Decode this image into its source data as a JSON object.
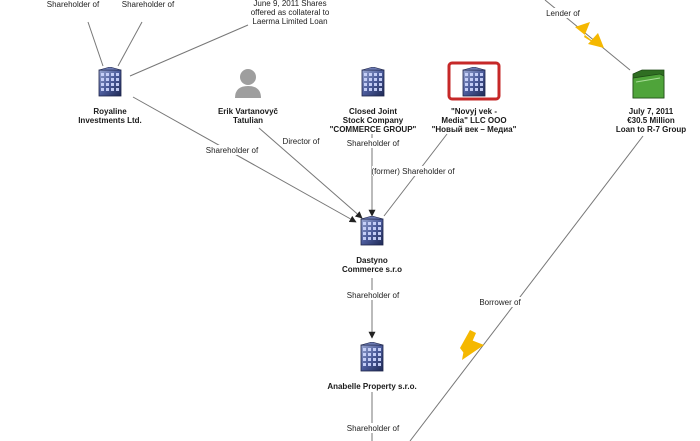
{
  "nodes": {
    "royaline": {
      "line1": "Royaline",
      "line2": "Investments Ltd.",
      "icon": "building-icon"
    },
    "erik": {
      "line1": "Erik Vartanovyč",
      "line2": "Tatulian",
      "icon": "person-icon"
    },
    "closed_joint": {
      "line1": "Closed Joint",
      "line2": "Stock Company",
      "line3": "\"COMMERCE GROUP\"",
      "icon": "building-icon"
    },
    "novyj": {
      "line1": "\"Novyj vek -",
      "line2": "Media\" LLC OOO",
      "line3": "\"Новый век – Медиа\"",
      "icon": "building-icon",
      "highlight_color": "#c62828"
    },
    "july_loan": {
      "line1": "July 7, 2011",
      "line2": "€30.5 Million",
      "line3": "Loan to R-7 Group",
      "icon": "folder-icon",
      "folder_color": "#3f8f2f"
    },
    "shares_collateral": {
      "line1": "June 9, 2011 Shares",
      "line2": "offered as collateral to",
      "line3": "Laerma Limited Loan"
    },
    "dastyno": {
      "line1": "Dastyno",
      "line2": "Commerce s.r.o",
      "icon": "building-icon"
    },
    "anabelle": {
      "line1": "Anabelle Property s.r.o.",
      "icon": "building-icon"
    }
  },
  "edges": {
    "top_left_1": "Shareholder of",
    "top_left_2": "Shareholder of",
    "royaline_to_dastyno": "Shareholder of",
    "erik_to_dastyno": "Director of",
    "closed_to_dastyno": "Shareholder of",
    "novyj_to_dastyno": "(former) Shareholder of",
    "lender": "Lender of",
    "borrower": "Borrower of",
    "dastyno_to_anabelle": "Shareholder of",
    "anabelle_down": "Shareholder of"
  },
  "colors": {
    "flow_arrow": "#f5b800",
    "edge": "#777777",
    "building_dark": "#2d3a6e",
    "building_light": "#8e9cc8"
  }
}
